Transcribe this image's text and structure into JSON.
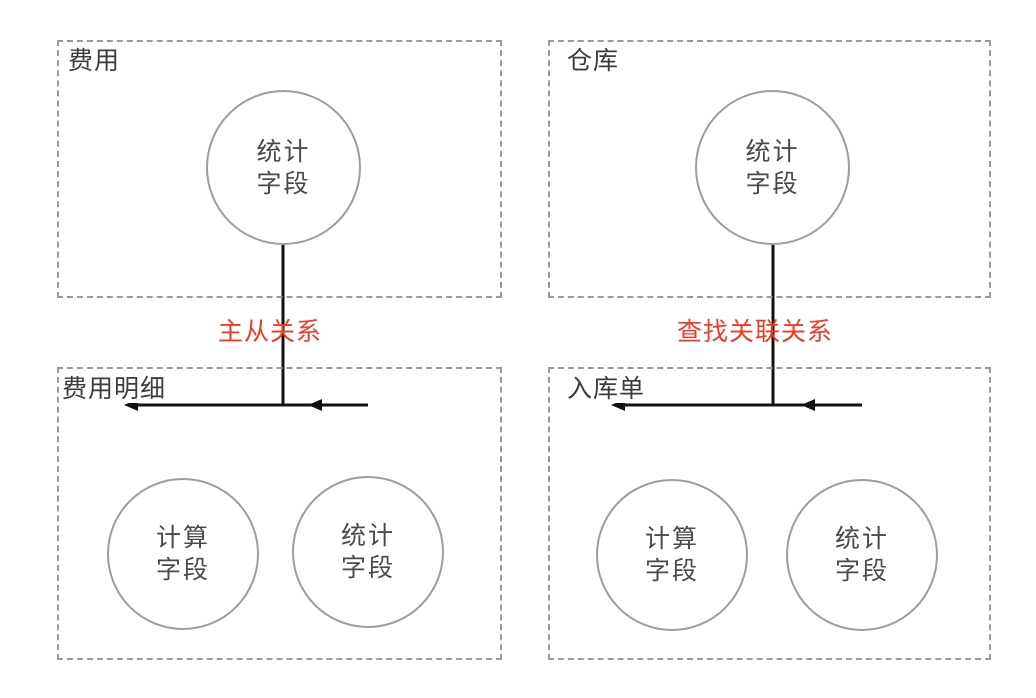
{
  "diagram": {
    "type": "entity-relationship-field-diagram",
    "background_color": "#ffffff",
    "panel_border_color": "#9a9a9a",
    "circle_border_color": "#9d9d9d",
    "connector_color": "#1a1a1a",
    "relation_label_color": "#ee3b27",
    "panels": [
      {
        "id": "expense",
        "title": "费用",
        "position": "top-left",
        "nodes": [
          {
            "id": "expense-stat",
            "label_line1": "统计",
            "label_line2": "字段"
          }
        ]
      },
      {
        "id": "warehouse",
        "title": "仓库",
        "position": "top-right",
        "nodes": [
          {
            "id": "warehouse-stat",
            "label_line1": "统计",
            "label_line2": "字段"
          }
        ]
      },
      {
        "id": "expense-detail",
        "title": "费用明细",
        "position": "bottom-left",
        "nodes": [
          {
            "id": "expense-detail-calc",
            "label_line1": "计算",
            "label_line2": "字段"
          },
          {
            "id": "expense-detail-stat",
            "label_line1": "统计",
            "label_line2": "字段"
          }
        ]
      },
      {
        "id": "inbound-order",
        "title": "入库单",
        "position": "bottom-right",
        "nodes": [
          {
            "id": "inbound-order-calc",
            "label_line1": "计算",
            "label_line2": "字段"
          },
          {
            "id": "inbound-order-stat",
            "label_line1": "统计",
            "label_line2": "字段"
          }
        ]
      }
    ],
    "relations": [
      {
        "id": "relation-left",
        "label": "主从关系",
        "from": "expense",
        "to": "expense-detail"
      },
      {
        "id": "relation-right",
        "label": "查找关联关系",
        "from": "warehouse",
        "to": "inbound-order"
      }
    ]
  }
}
